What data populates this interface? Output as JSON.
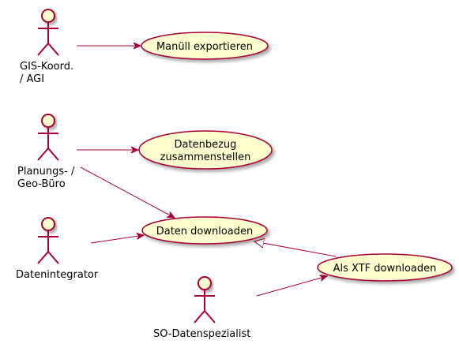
{
  "colors": {
    "actor_fill": "#FEFECE",
    "actor_stroke": "#A80036",
    "usecase_fill": "#FEFECE",
    "usecase_stroke": "#A80036",
    "edge": "#A80036"
  },
  "actors": [
    {
      "id": "gis",
      "label_lines": [
        "GIS-Koord.",
        "/ AGI"
      ]
    },
    {
      "id": "planung",
      "label_lines": [
        "Planungs- /",
        "Geo-Büro"
      ]
    },
    {
      "id": "integrator",
      "label_lines": [
        "Datenintegrator"
      ]
    },
    {
      "id": "so",
      "label_lines": [
        "SO-Datenspezialist"
      ]
    }
  ],
  "usecases": [
    {
      "id": "export",
      "label_lines": [
        "Manüll exportieren"
      ]
    },
    {
      "id": "bezug",
      "label_lines": [
        "Datenbezug",
        "zusammenstellen"
      ]
    },
    {
      "id": "download",
      "label_lines": [
        "Daten downloaden"
      ]
    },
    {
      "id": "xtf",
      "label_lines": [
        "Als XTF downloaden"
      ]
    }
  ],
  "relations": [
    {
      "from": "gis",
      "to": "export",
      "kind": "association"
    },
    {
      "from": "planung",
      "to": "bezug",
      "kind": "association"
    },
    {
      "from": "planung",
      "to": "download",
      "kind": "association"
    },
    {
      "from": "integrator",
      "to": "download",
      "kind": "association"
    },
    {
      "from": "so",
      "to": "xtf",
      "kind": "association"
    },
    {
      "from": "xtf",
      "to": "download",
      "kind": "generalization"
    }
  ]
}
